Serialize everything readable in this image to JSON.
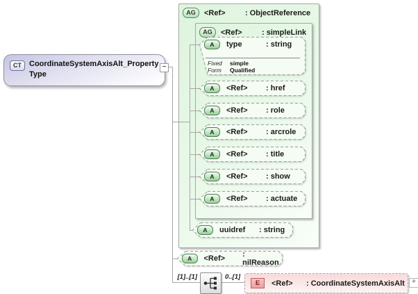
{
  "diagram": {
    "complex_type": {
      "badge": "CT",
      "name": "CoordinateSystemAxisAlt_Property Type",
      "collapse_glyph": "−"
    },
    "object_reference": {
      "badge": "AG",
      "name": "<Ref>",
      "type": ": ObjectReference"
    },
    "simple_link": {
      "badge": "AG",
      "name": "<Ref>",
      "type": ": simpleLink"
    },
    "type_attr": {
      "badge": "A",
      "name": "type",
      "type": ": string",
      "facets": [
        {
          "label": "Fixed",
          "value": "simple"
        },
        {
          "label": "Form",
          "value": "Qualified"
        }
      ]
    },
    "attributes": [
      {
        "badge": "A",
        "name": "<Ref>",
        "type": ": href"
      },
      {
        "badge": "A",
        "name": "<Ref>",
        "type": ": role"
      },
      {
        "badge": "A",
        "name": "<Ref>",
        "type": ": arcrole"
      },
      {
        "badge": "A",
        "name": "<Ref>",
        "type": ": title"
      },
      {
        "badge": "A",
        "name": "<Ref>",
        "type": ": show"
      },
      {
        "badge": "A",
        "name": "<Ref>",
        "type": ": actuate"
      }
    ],
    "uuidref_attr": {
      "badge": "A",
      "name": "uuidref",
      "type": ": string"
    },
    "nil_reason_attr": {
      "badge": "A",
      "name": "<Ref>",
      "type": ": nilReason"
    },
    "cardinality_left": "[1]..[1]",
    "cardinality_right": "0..[1]",
    "element": {
      "badge": "E",
      "name": "<Ref>",
      "type": ": CoordinateSystemAxisAlt",
      "expand_glyph": "+"
    },
    "colors": {
      "group_fill": "#e6f7e6",
      "group_border": "#a3a8a3",
      "badge_green_border": "#4d7f57",
      "complex_type_fill": "#c5c5e5",
      "element_fill": "#f8dada",
      "element_badge": "#f0a0a0",
      "connector": "#a6a6a6"
    }
  }
}
